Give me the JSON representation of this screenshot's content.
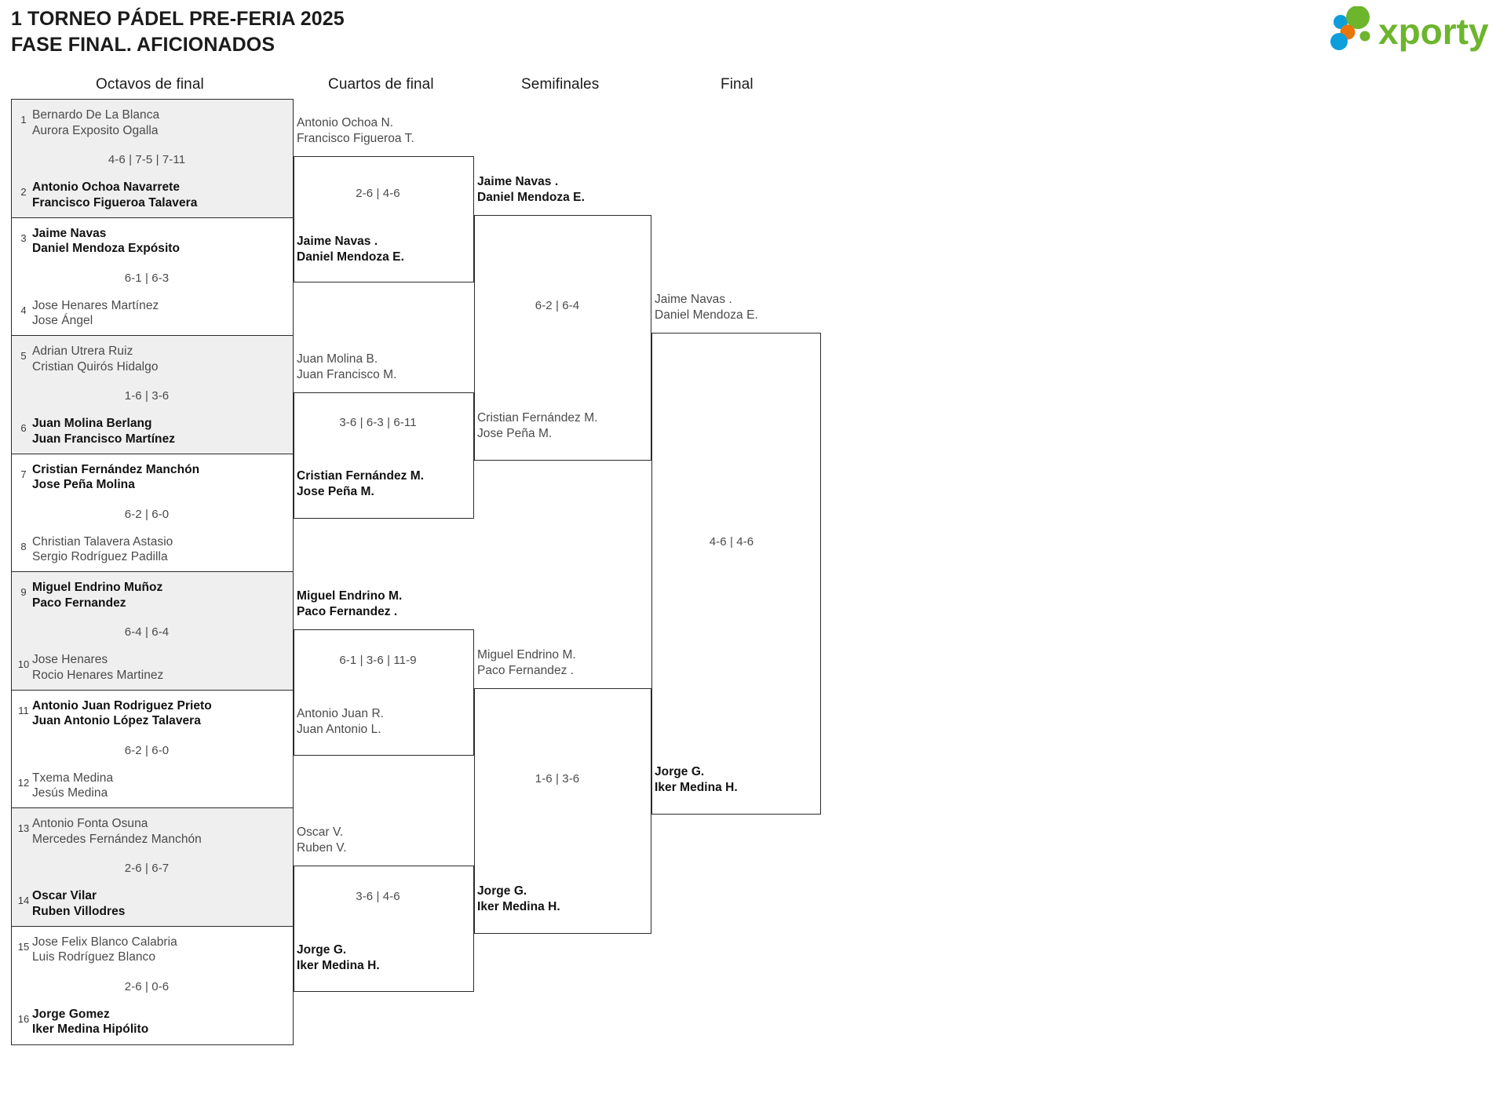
{
  "header": {
    "title": "1 TORNEO PÁDEL PRE-FERIA 2025\nFASE FINAL. AFICIONADOS",
    "logo_text": "xporty",
    "logo_colors": {
      "green": "#6cb52d",
      "blue": "#0d9edb",
      "orange": "#e8760c"
    }
  },
  "rounds": [
    {
      "label": "Octavos de final"
    },
    {
      "label": "Cuartos de final"
    },
    {
      "label": "Semifinales"
    },
    {
      "label": "Final"
    }
  ],
  "round1": {
    "pairs": [
      {
        "shaded": true,
        "top": {
          "seed": "1",
          "names": "Bernardo De La Blanca\nAurora Exposito Ogalla",
          "winner": false
        },
        "score": "4-6 | 7-5 | 7-11",
        "bottom": {
          "seed": "2",
          "names": "Antonio Ochoa Navarrete\nFrancisco Figueroa Talavera",
          "winner": true
        }
      },
      {
        "shaded": false,
        "top": {
          "seed": "3",
          "names": "Jaime Navas\nDaniel Mendoza Expósito",
          "winner": true
        },
        "score": "6-1 | 6-3",
        "bottom": {
          "seed": "4",
          "names": "Jose Henares Martínez\nJose Ángel",
          "winner": false
        }
      },
      {
        "shaded": true,
        "top": {
          "seed": "5",
          "names": "Adrian Utrera Ruiz\nCristian Quirós Hidalgo",
          "winner": false
        },
        "score": "1-6 | 3-6",
        "bottom": {
          "seed": "6",
          "names": "Juan Molina Berlang\nJuan Francisco Martínez",
          "winner": true
        }
      },
      {
        "shaded": false,
        "top": {
          "seed": "7",
          "names": "Cristian Fernández Manchón\nJose Peña Molina",
          "winner": true
        },
        "score": "6-2 | 6-0",
        "bottom": {
          "seed": "8",
          "names": "Christian Talavera Astasio\nSergio Rodríguez Padilla",
          "winner": false
        }
      },
      {
        "shaded": true,
        "top": {
          "seed": "9",
          "names": "Miguel Endrino Muñoz\nPaco Fernandez",
          "winner": true
        },
        "score": "6-4 | 6-4",
        "bottom": {
          "seed": "10",
          "names": "Jose Henares\nRocio Henares Martinez",
          "winner": false
        }
      },
      {
        "shaded": false,
        "top": {
          "seed": "11",
          "names": "Antonio Juan Rodriguez Prieto\nJuan Antonio López Talavera",
          "winner": true
        },
        "score": "6-2 | 6-0",
        "bottom": {
          "seed": "12",
          "names": "Txema Medina\nJesús Medina",
          "winner": false
        }
      },
      {
        "shaded": true,
        "top": {
          "seed": "13",
          "names": "Antonio Fonta Osuna\nMercedes Fernández Manchón",
          "winner": false
        },
        "score": "2-6 | 6-7",
        "bottom": {
          "seed": "14",
          "names": "Oscar Vilar\nRuben Villodres",
          "winner": true
        }
      },
      {
        "shaded": false,
        "top": {
          "seed": "15",
          "names": "Jose Felix Blanco Calabria\nLuis Rodríguez Blanco",
          "winner": false
        },
        "score": "2-6 | 0-6",
        "bottom": {
          "seed": "16",
          "names": "Jorge Gomez\nIker Medina Hipólito",
          "winner": true
        }
      }
    ]
  },
  "quarterfinals": {
    "matches": [
      {
        "top": {
          "names": "Antonio Ochoa N.\nFrancisco Figueroa T.",
          "winner": false
        },
        "score": "2-6 | 4-6",
        "bottom": {
          "names": "Jaime Navas .\nDaniel Mendoza E.",
          "winner": true
        }
      },
      {
        "top": {
          "names": "Juan Molina B.\nJuan Francisco M.",
          "winner": false
        },
        "score": "3-6 | 6-3 | 6-11",
        "bottom": {
          "names": "Cristian Fernández M.\nJose Peña M.",
          "winner": true
        }
      },
      {
        "top": {
          "names": "Miguel Endrino M.\nPaco Fernandez .",
          "winner": true
        },
        "score": "6-1 | 3-6 | 11-9",
        "bottom": {
          "names": "Antonio Juan R.\nJuan Antonio L.",
          "winner": false
        }
      },
      {
        "top": {
          "names": "Oscar V.\nRuben V.",
          "winner": false
        },
        "score": "3-6 | 4-6",
        "bottom": {
          "names": "Jorge G.\nIker Medina H.",
          "winner": true
        }
      }
    ]
  },
  "semifinals": {
    "matches": [
      {
        "top": {
          "names": "Jaime Navas .\nDaniel Mendoza E.",
          "winner": true
        },
        "score": "6-2 | 6-4",
        "bottom": {
          "names": "Cristian Fernández M.\nJose Peña M.",
          "winner": false
        }
      },
      {
        "top": {
          "names": "Miguel Endrino M.\nPaco Fernandez .",
          "winner": false
        },
        "score": "1-6 | 3-6",
        "bottom": {
          "names": "Jorge G.\nIker Medina H.",
          "winner": true
        }
      }
    ]
  },
  "final": {
    "match": {
      "top": {
        "names": "Jaime Navas .\nDaniel Mendoza E.",
        "winner": false
      },
      "score": "4-6 | 4-6",
      "bottom": {
        "names": "Jorge G.\nIker Medina H.",
        "winner": true
      }
    }
  }
}
